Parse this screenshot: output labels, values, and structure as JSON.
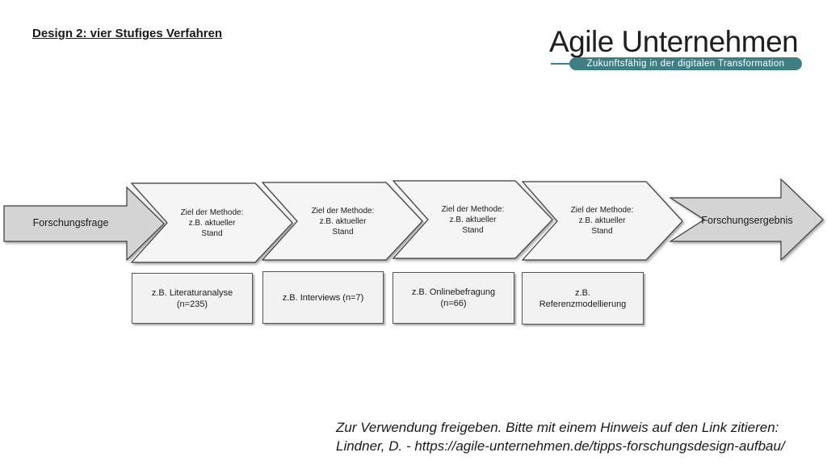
{
  "title": "Design 2: vier Stufiges Verfahren",
  "logo": {
    "main": "Agile Unternehmen",
    "tagline": "Zukunftsfähig in der digitalen Transformation",
    "accent_color": "#3e7f84"
  },
  "flow": {
    "start": "Forschungsfrage",
    "steps": [
      "Ziel der Methode:\nz.B. aktueller\nStand",
      "Ziel der Methode:\nz.B. aktueller\nStand",
      "Ziel der Methode:\nz.B. aktueller\nStand",
      "Ziel der Methode:\nz.B. aktueller\nStand"
    ],
    "end": "Forschungsergebnis"
  },
  "methods": [
    "z.B. Literaturanalyse\n(n=235)",
    "z.B. Interviews (n=7)",
    "z.B. Onlinebefragung\n(n=66)",
    "z.B.\nReferenzmodellierung"
  ],
  "footer": {
    "line1": "Zur Verwendung freigeben. Bitte mit einem Hinweis auf den Link zitieren:",
    "line2": "Lindner, D. - https://agile-unternehmen.de/tipps-forschungsdesign-aufbau/"
  }
}
